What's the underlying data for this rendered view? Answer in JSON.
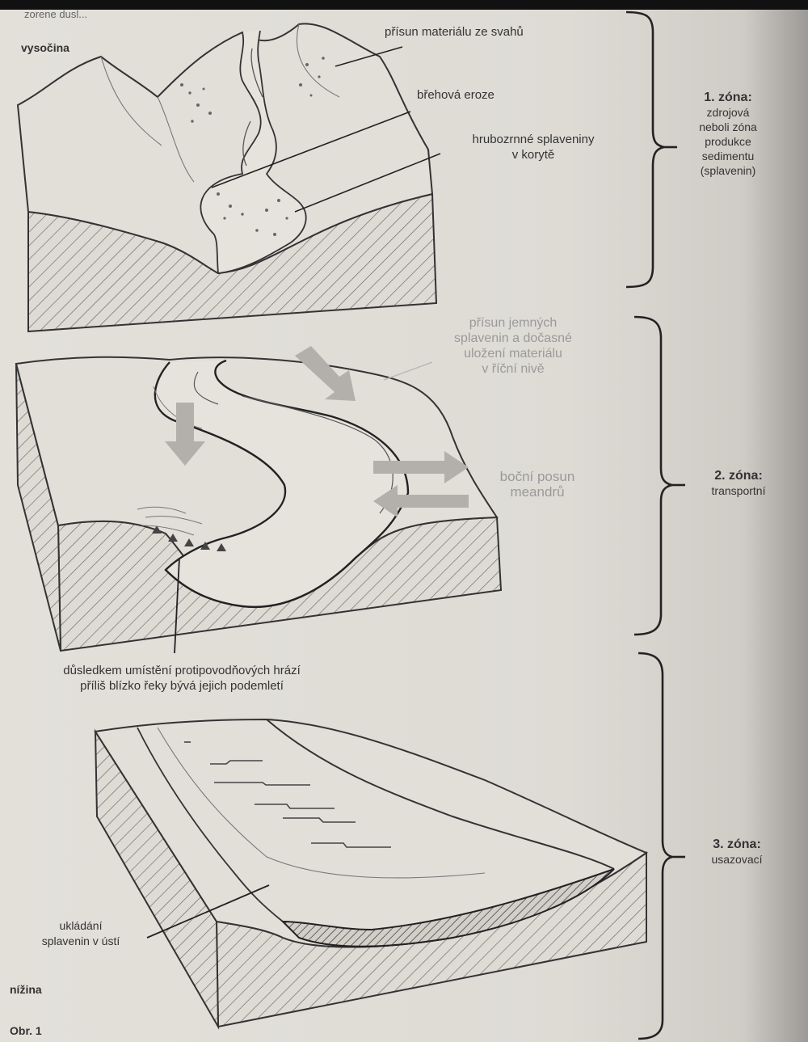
{
  "cropped_header": "zorene dusl...",
  "panel1": {
    "highland_label": "vysočina",
    "label_slope_supply": "přísun materiálu ze svahů",
    "label_bank_erosion": "břehová eroze",
    "label_coarse_line1": "hrubozrnné splaveniny",
    "label_coarse_line2": "v korytě"
  },
  "panel2": {
    "label_fine_line1": "přísun jemných",
    "label_fine_line2": "splavenin a dočasné",
    "label_fine_line3": "uložení materiálu",
    "label_fine_line4": "v říční nivě",
    "label_lateral_line1": "boční posun",
    "label_lateral_line2": "meandrů",
    "levee_note_line1": "důsledkem umístění protipovodňových hrází",
    "levee_note_line2": "příliš blízko řeky bývá jejich podemletí"
  },
  "panel3": {
    "deposition_line1": "ukládání",
    "deposition_line2": "splavenin v ústí",
    "lowland_label": "nížina"
  },
  "zones": {
    "z1_title": "1. zóna:",
    "z1_line1": "zdrojová",
    "z1_line2": "neboli zóna",
    "z1_line3": "produkce",
    "z1_line4": "sedimentu",
    "z1_line5": "(splavenin)",
    "z2_title": "2. zóna:",
    "z2_line1": "transportní",
    "z3_title": "3. zóna:",
    "z3_line1": "usazovací"
  },
  "caption": "Obr. 1"
}
